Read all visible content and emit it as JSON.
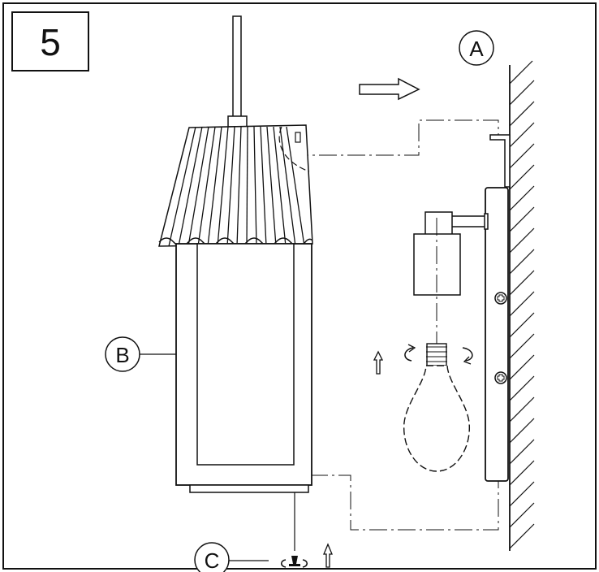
{
  "step_number": "5",
  "callouts": {
    "a": "A",
    "b": "B",
    "c": "C"
  },
  "colors": {
    "stroke": "#111111",
    "background": "#ffffff"
  },
  "icons": [
    "move-right-arrow-icon",
    "rotate-icon",
    "up-arrow-icon",
    "screw-icon",
    "wall-hatching",
    "light-bulb"
  ]
}
